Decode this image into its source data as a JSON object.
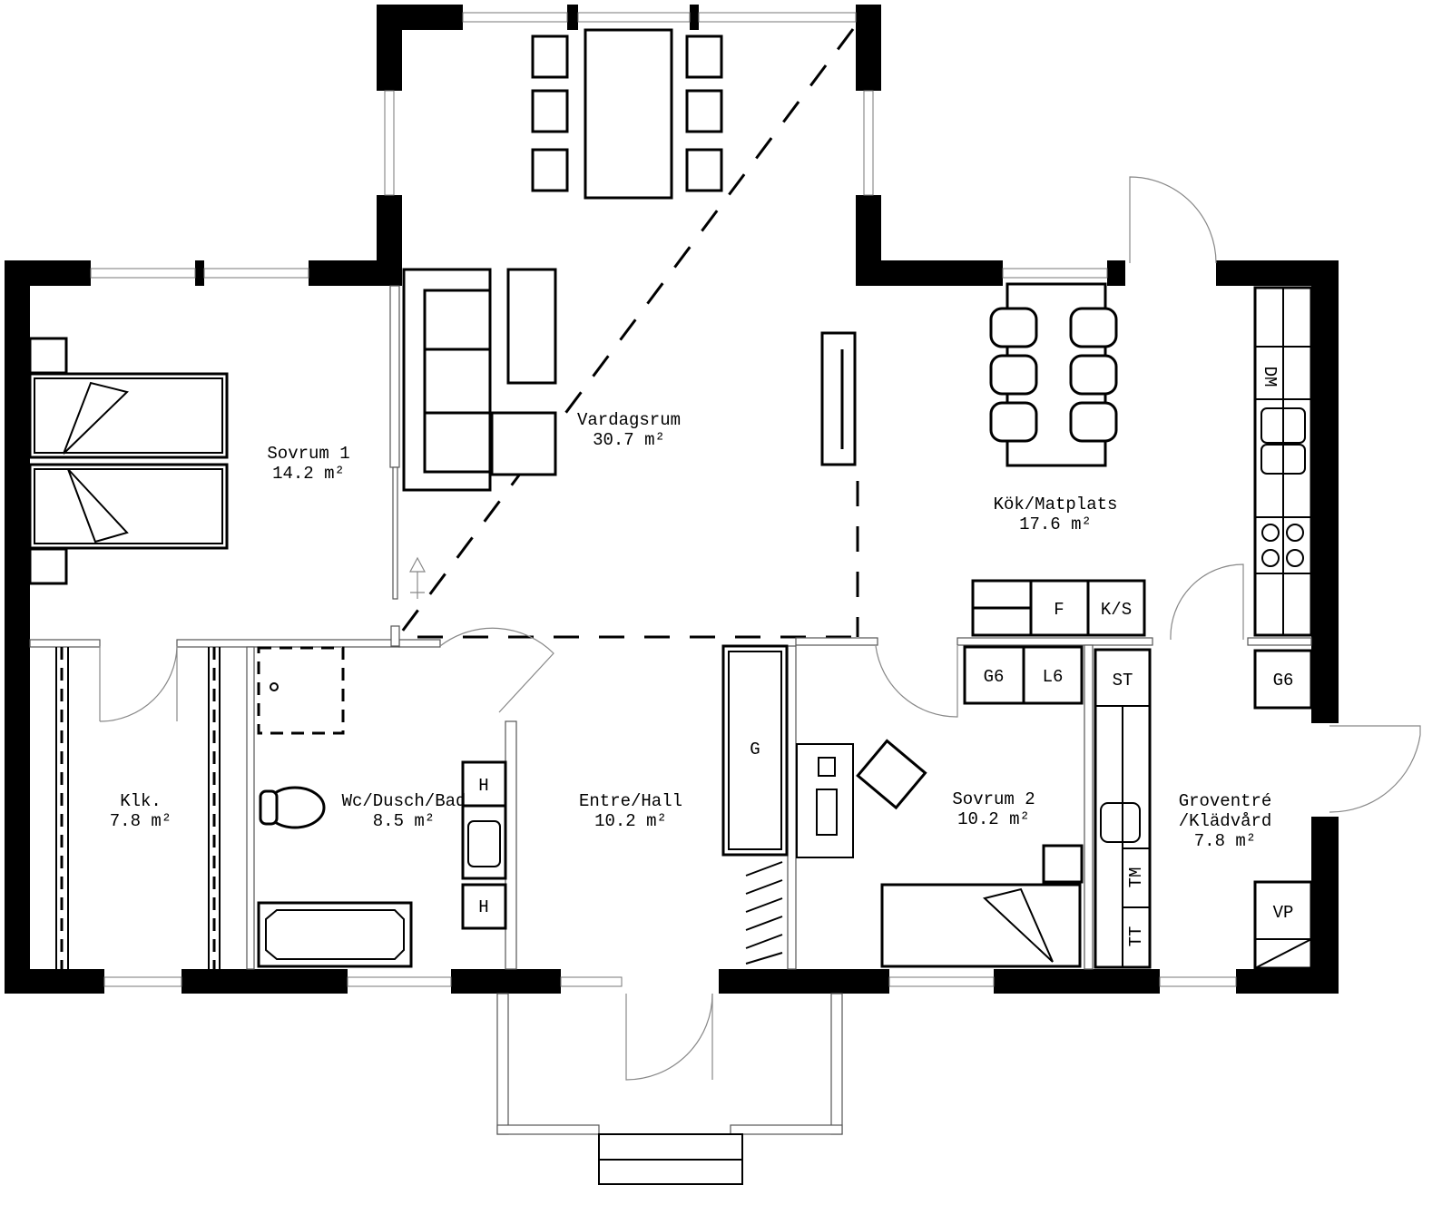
{
  "rooms": {
    "sovrum1": {
      "name": "Sovrum 1",
      "area": "14.2 m²"
    },
    "vardagsrum": {
      "name": "Vardagsrum",
      "area": "30.7 m²"
    },
    "kok": {
      "name": "Kök/Matplats",
      "area": "17.6 m²"
    },
    "klk": {
      "name": "Klk.",
      "area": "7.8 m²"
    },
    "bad": {
      "name": "Wc/Dusch/Bad",
      "area": "8.5 m²"
    },
    "hall": {
      "name": "Entre/Hall",
      "area": "10.2 m²"
    },
    "sovrum2": {
      "name": "Sovrum 2",
      "area": "10.2 m²"
    },
    "groventre": {
      "name_line1": "Groventré",
      "name_line2": "/Klädvård",
      "area": "7.8 m²"
    }
  },
  "fixtures": {
    "h_top": "H",
    "h_bottom": "H",
    "wardrobe": "G",
    "fridge": "F",
    "fridge_freezer": "K/S",
    "g6_kitchen": "G6",
    "l6": "L6",
    "st": "ST",
    "g6_groventre": "G6",
    "dishwasher": "DM",
    "washer": "TM",
    "dryer": "TT",
    "heat_pump": "VP"
  }
}
